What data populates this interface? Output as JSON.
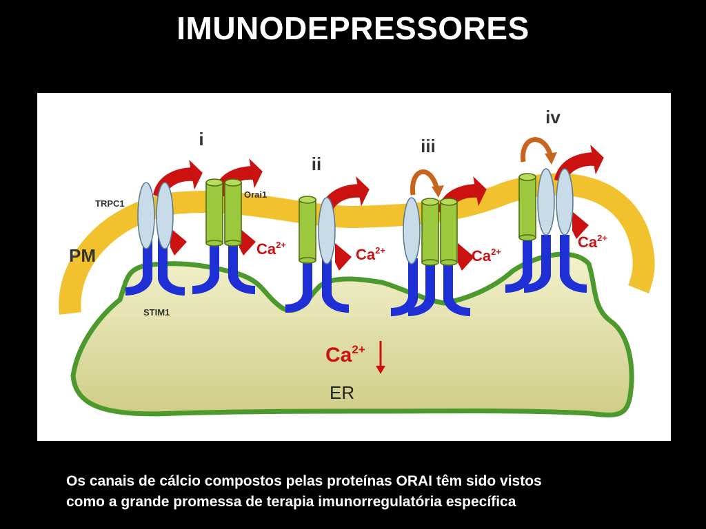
{
  "slide": {
    "title": "IMUNODEPRESSORES",
    "caption_lines": [
      "Os canais de cálcio compostos pelas proteínas ORAI têm sido vistos",
      "como a grande promessa de terapia imunorregulatória específica"
    ]
  },
  "diagram": {
    "stage_labels": [
      "i",
      "ii",
      "iii",
      "iv"
    ],
    "protein_labels": {
      "trpc1": "TRPC1",
      "orai1": "Orai1",
      "stim1": "STIM1"
    },
    "compartment_labels": {
      "pm": "PM",
      "er": "ER"
    },
    "ion_label": {
      "base": "Ca",
      "charge": "2+"
    },
    "colors": {
      "membrane": "#F2C22E",
      "er_fill": "#E3E2A8",
      "er_outline": "#4C9A2E",
      "stim1": "#1E2FD6",
      "orai1": "#9CC83E",
      "trpc1": "#C7DCE8",
      "flux_arrow": "#CC1111",
      "coupling_arrow": "#C8641E",
      "background": "#000000",
      "panel": "#FFFFFF"
    }
  }
}
